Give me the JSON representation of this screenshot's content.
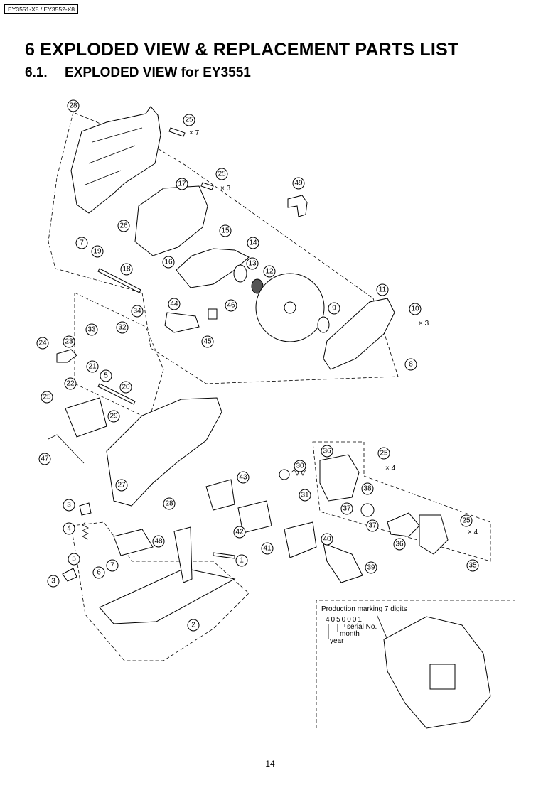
{
  "header": {
    "model_tag": "EY3551-X8 / EY3552-X8",
    "section_title": "6   EXPLODED VIEW & REPLACEMENT PARTS LIST",
    "subsection_number": "6.1.",
    "subsection_title": "EXPLODED VIEW for EY3551"
  },
  "callouts": [
    {
      "id": "c28a",
      "label": "28"
    },
    {
      "id": "c25a",
      "label": "25"
    },
    {
      "id": "c25b",
      "label": "25"
    },
    {
      "id": "c17",
      "label": "17"
    },
    {
      "id": "c49",
      "label": "49"
    },
    {
      "id": "c26",
      "label": "26"
    },
    {
      "id": "c15",
      "label": "15"
    },
    {
      "id": "c7a",
      "label": "7"
    },
    {
      "id": "c19",
      "label": "19"
    },
    {
      "id": "c14",
      "label": "14"
    },
    {
      "id": "c16",
      "label": "16"
    },
    {
      "id": "c13",
      "label": "13"
    },
    {
      "id": "c12",
      "label": "12"
    },
    {
      "id": "c18",
      "label": "18"
    },
    {
      "id": "c11",
      "label": "11"
    },
    {
      "id": "c10",
      "label": "10"
    },
    {
      "id": "c9",
      "label": "9"
    },
    {
      "id": "c44",
      "label": "44"
    },
    {
      "id": "c46",
      "label": "46"
    },
    {
      "id": "c34",
      "label": "34"
    },
    {
      "id": "c32",
      "label": "32"
    },
    {
      "id": "c33",
      "label": "33"
    },
    {
      "id": "c45",
      "label": "45"
    },
    {
      "id": "c24",
      "label": "24"
    },
    {
      "id": "c23",
      "label": "23"
    },
    {
      "id": "c8",
      "label": "8"
    },
    {
      "id": "c21",
      "label": "21"
    },
    {
      "id": "c5a",
      "label": "5"
    },
    {
      "id": "c22",
      "label": "22"
    },
    {
      "id": "c20",
      "label": "20"
    },
    {
      "id": "c25c",
      "label": "25"
    },
    {
      "id": "c29",
      "label": "29"
    },
    {
      "id": "c36a",
      "label": "36"
    },
    {
      "id": "c25d",
      "label": "25"
    },
    {
      "id": "c30",
      "label": "30"
    },
    {
      "id": "c43",
      "label": "43"
    },
    {
      "id": "c47",
      "label": "47"
    },
    {
      "id": "c38",
      "label": "38"
    },
    {
      "id": "c31",
      "label": "31"
    },
    {
      "id": "c27",
      "label": "27"
    },
    {
      "id": "c37a",
      "label": "37"
    },
    {
      "id": "c28b",
      "label": "28"
    },
    {
      "id": "c3a",
      "label": "3"
    },
    {
      "id": "c25e",
      "label": "25"
    },
    {
      "id": "c37b",
      "label": "37"
    },
    {
      "id": "c42",
      "label": "42"
    },
    {
      "id": "c4",
      "label": "4"
    },
    {
      "id": "c40",
      "label": "40"
    },
    {
      "id": "c36b",
      "label": "36"
    },
    {
      "id": "c48",
      "label": "48"
    },
    {
      "id": "c41",
      "label": "41"
    },
    {
      "id": "c1",
      "label": "1"
    },
    {
      "id": "c5b",
      "label": "5"
    },
    {
      "id": "c7b",
      "label": "7"
    },
    {
      "id": "c39",
      "label": "39"
    },
    {
      "id": "c35",
      "label": "35"
    },
    {
      "id": "c6",
      "label": "6"
    },
    {
      "id": "c3b",
      "label": "3"
    },
    {
      "id": "c2",
      "label": "2"
    }
  ],
  "multipliers": {
    "m1": "× 7",
    "m2": "× 3",
    "m3": "× 3",
    "m4": "× 4",
    "m5": "× 4"
  },
  "inset": {
    "title": "Production marking 7 digits",
    "digits": "4050001",
    "serial_label": "serial No.",
    "month_label": "month",
    "year_label": "year"
  },
  "footer": {
    "page_number": "14"
  }
}
